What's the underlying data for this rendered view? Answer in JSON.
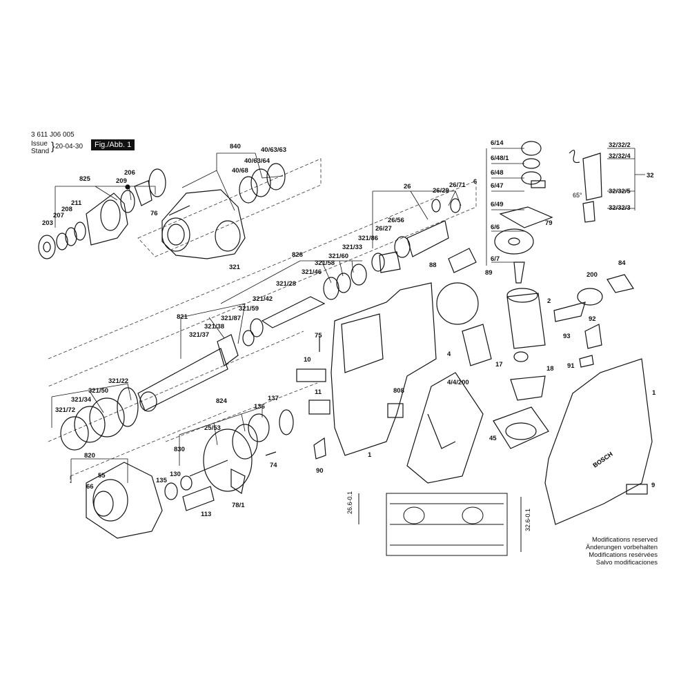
{
  "header": {
    "part_number": "3 611 J06 005",
    "issue_label": "Issue",
    "stand_label": "Stand",
    "date": "20-04-30",
    "figure_label": "Fig./Abb. 1"
  },
  "footer_notes": [
    "Modifications reserved",
    "Änderungen vorbehalten",
    "Modifications resérvées",
    "Salvo modificaciones"
  ],
  "brand": "BOSCH",
  "dimensions": {
    "left": "26.6-0.1",
    "right": "32.6-0.1"
  },
  "angle": "65°",
  "callouts": [
    {
      "id": "c840",
      "label": "840"
    },
    {
      "id": "c40_63_63",
      "label": "40/63/63"
    },
    {
      "id": "c40_63_64",
      "label": "40/63/64"
    },
    {
      "id": "c40_68",
      "label": "40/68"
    },
    {
      "id": "c825",
      "label": "825"
    },
    {
      "id": "c206",
      "label": "206"
    },
    {
      "id": "c209",
      "label": "209"
    },
    {
      "id": "c211",
      "label": "211"
    },
    {
      "id": "c208",
      "label": "208"
    },
    {
      "id": "c207",
      "label": "207"
    },
    {
      "id": "c203",
      "label": "203"
    },
    {
      "id": "c76",
      "label": "76"
    },
    {
      "id": "c6_14",
      "label": "6/14"
    },
    {
      "id": "c6_48_1",
      "label": "6/48/1"
    },
    {
      "id": "c6_48",
      "label": "6/48"
    },
    {
      "id": "c6",
      "label": "6"
    },
    {
      "id": "c6_47",
      "label": "6/47"
    },
    {
      "id": "c6_49",
      "label": "6/49"
    },
    {
      "id": "c6_6",
      "label": "6/6"
    },
    {
      "id": "c6_7",
      "label": "6/7"
    },
    {
      "id": "c79",
      "label": "79"
    },
    {
      "id": "c32_32_2",
      "label": "32/32/2"
    },
    {
      "id": "c32_32_4",
      "label": "32/32/4"
    },
    {
      "id": "c32",
      "label": "32"
    },
    {
      "id": "c32_32_5",
      "label": "32/32/5"
    },
    {
      "id": "c32_32_3",
      "label": "32/32/3"
    },
    {
      "id": "c26",
      "label": "26"
    },
    {
      "id": "c26_29",
      "label": "26/29"
    },
    {
      "id": "c26_71",
      "label": "26/71"
    },
    {
      "id": "c26_56",
      "label": "26/56"
    },
    {
      "id": "c26_27",
      "label": "26/27"
    },
    {
      "id": "c321_86",
      "label": "321/86"
    },
    {
      "id": "c321_33",
      "label": "321/33"
    },
    {
      "id": "c321_60",
      "label": "321/60"
    },
    {
      "id": "c321_58",
      "label": "321/58"
    },
    {
      "id": "c321_46",
      "label": "321/46"
    },
    {
      "id": "c828",
      "label": "828"
    },
    {
      "id": "c321",
      "label": "321"
    },
    {
      "id": "c321_28",
      "label": "321/28"
    },
    {
      "id": "c321_42",
      "label": "321/42"
    },
    {
      "id": "c321_59",
      "label": "321/59"
    },
    {
      "id": "c821",
      "label": "821"
    },
    {
      "id": "c321_87",
      "label": "321/87"
    },
    {
      "id": "c321_38",
      "label": "321/38"
    },
    {
      "id": "c321_37",
      "label": "321/37"
    },
    {
      "id": "c321_22",
      "label": "321/22"
    },
    {
      "id": "c321_50",
      "label": "321/50"
    },
    {
      "id": "c321_34",
      "label": "321/34"
    },
    {
      "id": "c321_72",
      "label": "321/72"
    },
    {
      "id": "c88",
      "label": "88"
    },
    {
      "id": "c89",
      "label": "89"
    },
    {
      "id": "c84",
      "label": "84"
    },
    {
      "id": "c200",
      "label": "200"
    },
    {
      "id": "c2",
      "label": "2"
    },
    {
      "id": "c92",
      "label": "92"
    },
    {
      "id": "c93",
      "label": "93"
    },
    {
      "id": "c75",
      "label": "75"
    },
    {
      "id": "c10",
      "label": "10"
    },
    {
      "id": "c4",
      "label": "4"
    },
    {
      "id": "c17",
      "label": "17"
    },
    {
      "id": "c18",
      "label": "18"
    },
    {
      "id": "c91",
      "label": "91"
    },
    {
      "id": "c4_4_200",
      "label": "4/4/200"
    },
    {
      "id": "c11",
      "label": "11"
    },
    {
      "id": "c808",
      "label": "808"
    },
    {
      "id": "c1a",
      "label": "1"
    },
    {
      "id": "c1b",
      "label": "1"
    },
    {
      "id": "c45",
      "label": "45"
    },
    {
      "id": "c824",
      "label": "824"
    },
    {
      "id": "c137",
      "label": "137"
    },
    {
      "id": "c136",
      "label": "136"
    },
    {
      "id": "c25_53",
      "label": "25/53"
    },
    {
      "id": "c830",
      "label": "830"
    },
    {
      "id": "c820",
      "label": "820"
    },
    {
      "id": "c55",
      "label": "55"
    },
    {
      "id": "c66",
      "label": "66"
    },
    {
      "id": "c135",
      "label": "135"
    },
    {
      "id": "c130",
      "label": "130"
    },
    {
      "id": "c74",
      "label": "74"
    },
    {
      "id": "c90",
      "label": "90"
    },
    {
      "id": "c113",
      "label": "113"
    },
    {
      "id": "c78_1",
      "label": "78/1"
    },
    {
      "id": "c9",
      "label": "9"
    }
  ]
}
